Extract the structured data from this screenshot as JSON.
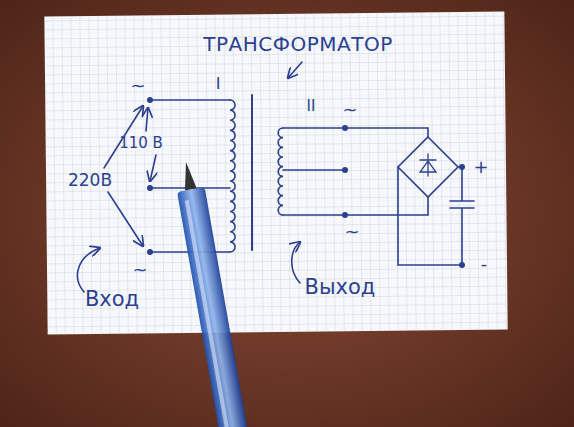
{
  "diagram": {
    "title": "ТРАНСФОРМАТОР",
    "labels": [
      "~",
      "I",
      "110 В",
      "220В",
      "~",
      "Вход",
      "II",
      "~",
      "~",
      "Выход",
      "+",
      "-"
    ]
  }
}
